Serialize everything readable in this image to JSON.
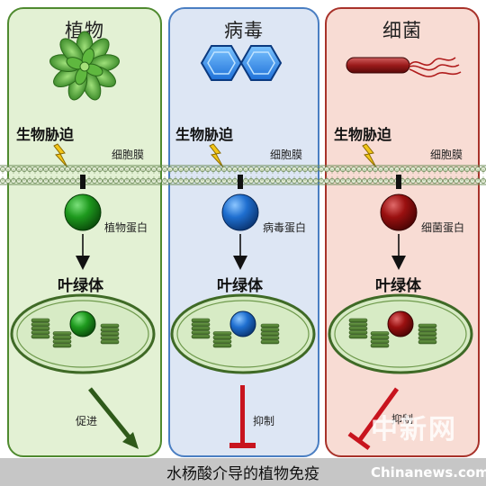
{
  "panels": [
    {
      "title": "植物",
      "stress": "生物胁迫",
      "membrane": "细胞膜",
      "protein": "植物蛋白",
      "chloroplast": "叶绿体",
      "effect": "促进",
      "color": "#1e9a1e",
      "border_color": "#4f8a2f",
      "background": "#e3f1d4",
      "icon": "plant-icon"
    },
    {
      "title": "病毒",
      "stress": "生物胁迫",
      "membrane": "细胞膜",
      "protein": "病毒蛋白",
      "chloroplast": "叶绿体",
      "effect": "抑制",
      "color": "#1f6fd0",
      "border_color": "#4a7ec2",
      "background": "#dde6f4",
      "icon": "virus-hexagon-icon"
    },
    {
      "title": "细菌",
      "stress": "生物胁迫",
      "membrane": "细胞膜",
      "protein": "细菌蛋白",
      "chloroplast": "叶绿体",
      "effect": "抑制",
      "color": "#9a1010",
      "border_color": "#a8322a",
      "background": "#f8dcd4",
      "icon": "bacterium-icon"
    }
  ],
  "footer": "水杨酸介导的植物免疫",
  "watermark": {
    "chinese": "中新网",
    "english": "Chinanews.com"
  }
}
